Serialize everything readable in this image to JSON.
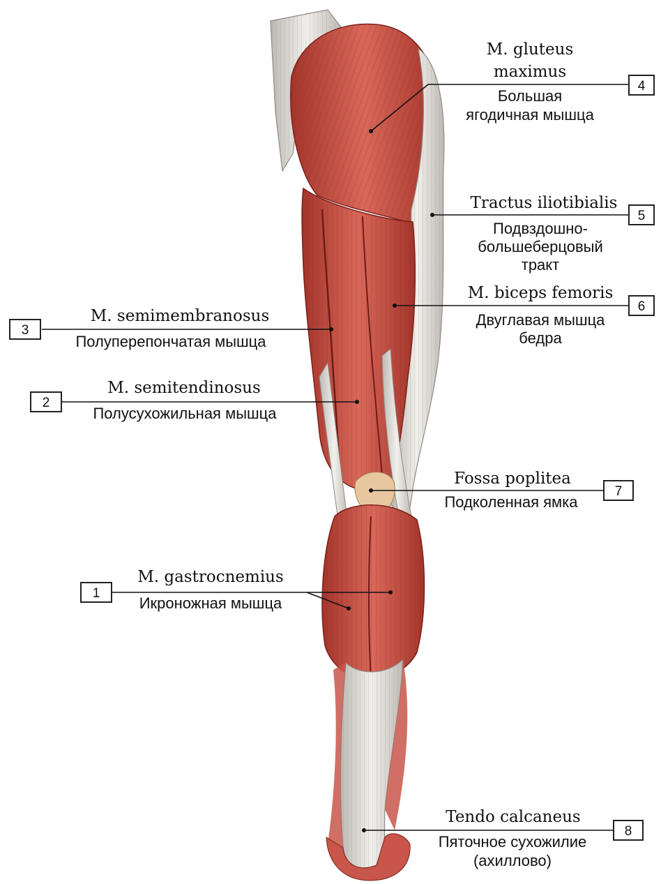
{
  "colors": {
    "muscle": "#c8564a",
    "muscle_dark": "#9e2f27",
    "tendon": "#e6e3df",
    "text": "#111111"
  },
  "labels": {
    "gluteus": {
      "number": "4",
      "latin_1": "M. gluteus",
      "latin_2": "maximus",
      "russian_1": "Большая",
      "russian_2": "ягодичная мышца"
    },
    "tractus": {
      "number": "5",
      "latin": "Tractus iliotibialis",
      "russian_1": "Подвздошно-",
      "russian_2": "большеберцовый",
      "russian_3": "тракт"
    },
    "biceps": {
      "number": "6",
      "latin": "M. biceps femoris",
      "russian_1": "Двуглавая мышца",
      "russian_2": "бедра"
    },
    "semimembranosus": {
      "number": "3",
      "latin": "M. semimembranosus",
      "russian": "Полуперепончатая мышца"
    },
    "semitendinosus": {
      "number": "2",
      "latin": "M. semitendinosus",
      "russian": "Полусухожильная мышца"
    },
    "fossa": {
      "number": "7",
      "latin": "Fossa poplitea",
      "russian": "Подколенная ямка"
    },
    "gastrocnemius": {
      "number": "1",
      "latin": "M. gastrocnemius",
      "russian": "Икроножная мышца"
    },
    "tendo": {
      "number": "8",
      "latin": "Tendo calcaneus",
      "russian_1": "Пяточное сухожилие",
      "russian_2": "(ахиллово)"
    }
  }
}
